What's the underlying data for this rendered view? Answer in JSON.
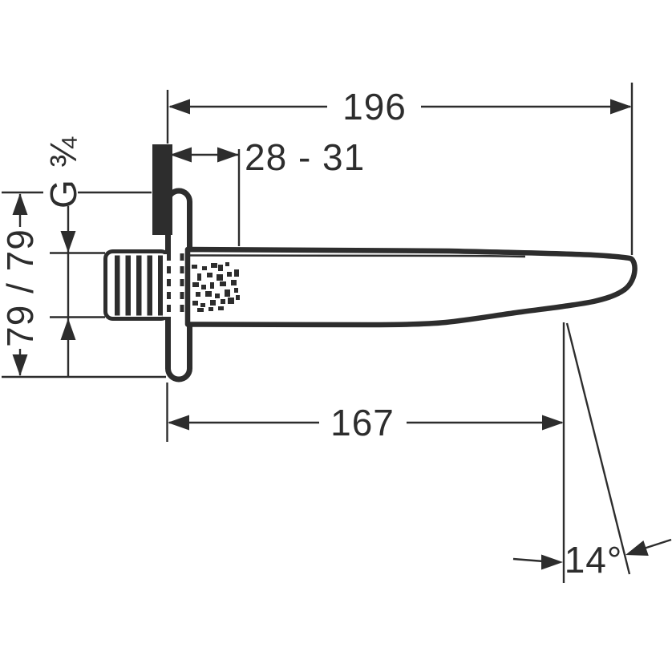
{
  "drawing": {
    "type": "technical-dimension-drawing",
    "subject": "wall-mounted bath spout, side view",
    "line_color": "#2d2d2d",
    "background": "#ffffff",
    "dimensions": {
      "overall_length": "196",
      "wall_offset_range": "28 - 31",
      "thread_size": "G ¾",
      "spout_height": "79 / 79",
      "projection_to_outlet": "167",
      "outlet_angle": "14°"
    }
  }
}
